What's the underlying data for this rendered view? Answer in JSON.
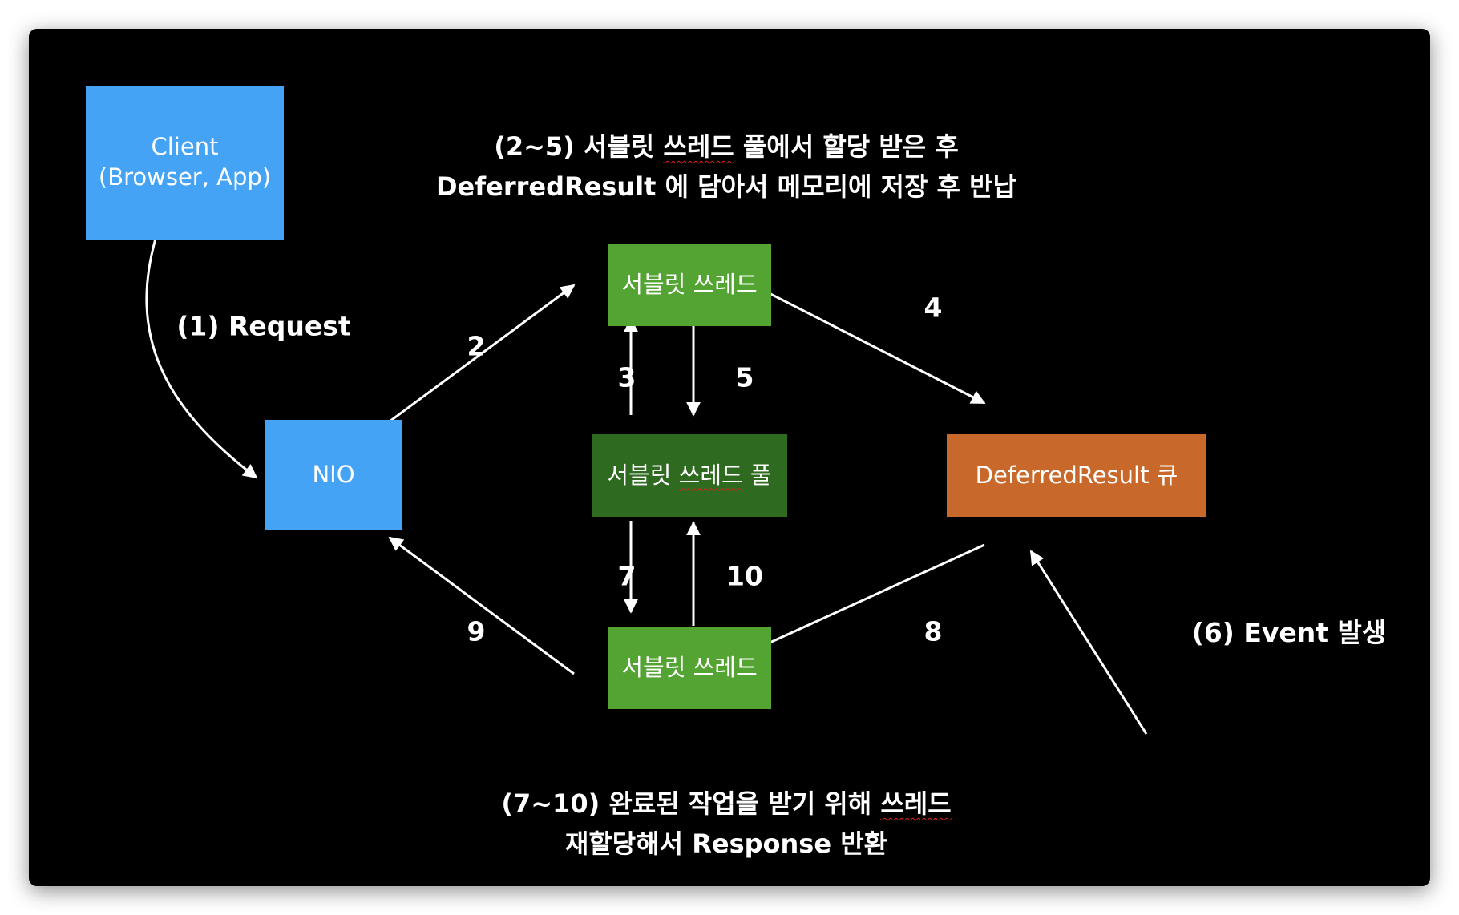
{
  "colors": {
    "background": "#000000",
    "client": "#45a3f5",
    "nio": "#45a3f5",
    "servlet_thread": "#53a432",
    "servlet_pool": "#2f6a21",
    "deferred_queue": "#c8692b",
    "arrow": "#ffffff"
  },
  "nodes": {
    "client": {
      "line1": "Client",
      "line2": "(Browser, App)"
    },
    "nio": {
      "label": "NIO"
    },
    "thread_top": {
      "label": "서블릿 쓰레드"
    },
    "pool": {
      "label_a": "서블릿 ",
      "label_b": "쓰레드",
      "label_c": " 풀"
    },
    "thread_bottom": {
      "label": "서블릿 쓰레드"
    },
    "deferred_queue": {
      "label": "DeferredResult 큐"
    }
  },
  "notes": {
    "top_line1_a": "(2~5) 서블릿 ",
    "top_line1_b": "쓰레드",
    "top_line1_c": " 풀에서 할당 받은 후",
    "top_line2": "DeferredResult 에 담아서 메모리에 저장 후 반납",
    "bottom_line1_a": "(7~10) 완료된 작업을 받기 위해 ",
    "bottom_line1_b": "쓰레드",
    "bottom_line2": "재할당해서 Response 반환"
  },
  "edges": {
    "request": "(1) Request",
    "e2": "2",
    "e3": "3",
    "e4": "4",
    "e5": "5",
    "event": "(6) Event 발생",
    "e7": "7",
    "e8": "8",
    "e9": "9",
    "e10": "10"
  }
}
